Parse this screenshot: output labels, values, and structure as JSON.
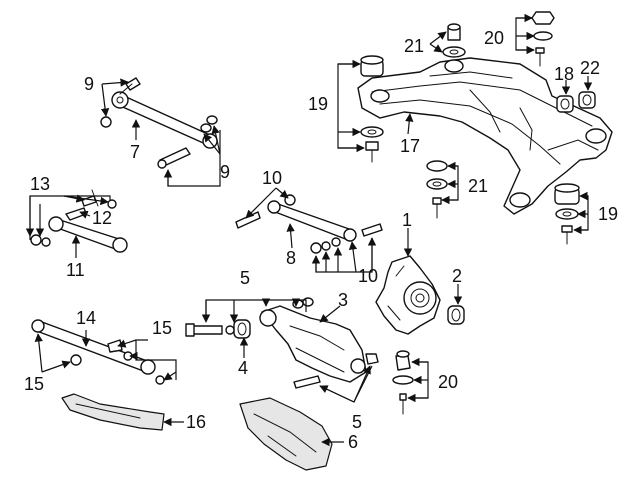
{
  "callouts": {
    "c1": "1",
    "c2": "2",
    "c3": "3",
    "c4": "4",
    "c5a": "5",
    "c5b": "5",
    "c6": "6",
    "c7": "7",
    "c8": "8",
    "c9a": "9",
    "c9b": "9",
    "c10a": "10",
    "c10b": "10",
    "c11": "11",
    "c12": "12",
    "c13": "13",
    "c14": "14",
    "c15a": "15",
    "c15b": "15",
    "c16": "16",
    "c17": "17",
    "c18": "18",
    "c19a": "19",
    "c19b": "19",
    "c20a": "20",
    "c20b": "20",
    "c21a": "21",
    "c21b": "21",
    "c22": "22"
  },
  "colors": {
    "line": "#111111",
    "background": "#ffffff",
    "shade": "#e6e6e6"
  }
}
